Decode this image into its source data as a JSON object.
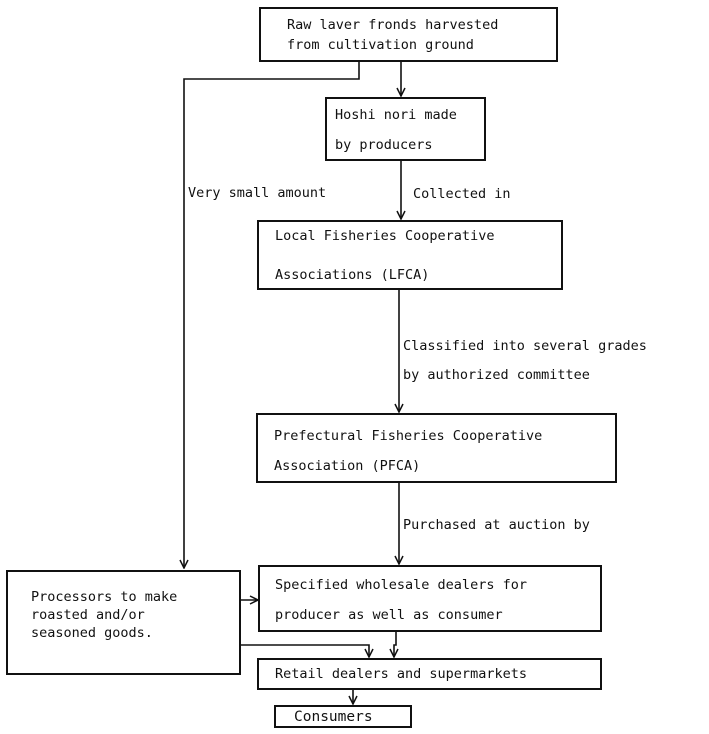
{
  "nodes": {
    "raw_laver": {
      "lines": [
        "Raw laver fronds harvested",
        "from cultivation ground"
      ]
    },
    "hoshi_nori": {
      "lines": [
        "Hoshi nori made",
        "by producers"
      ]
    },
    "lfca": {
      "lines": [
        "Local Fisheries Cooperative",
        "Associations  (LFCA)"
      ]
    },
    "pfca": {
      "lines": [
        "Prefectural Fisheries Cooperative",
        "Association (PFCA)"
      ]
    },
    "processors": {
      "lines": [
        "Processors to make",
        "roasted and/or",
        "seasoned goods."
      ]
    },
    "wholesale": {
      "lines": [
        "Specified wholesale dealers for",
        "producer as well as consumer"
      ]
    },
    "retail": {
      "lines": [
        "Retail dealers and supermarkets"
      ]
    },
    "consumers": {
      "lines": [
        "Consumers"
      ]
    }
  },
  "edge_labels": {
    "very_small_amount": "Very small amount",
    "collected_in": "Collected in",
    "classified": [
      "Classified into several grades",
      "by authorized committee"
    ],
    "purchased": "Purchased at auction by"
  }
}
